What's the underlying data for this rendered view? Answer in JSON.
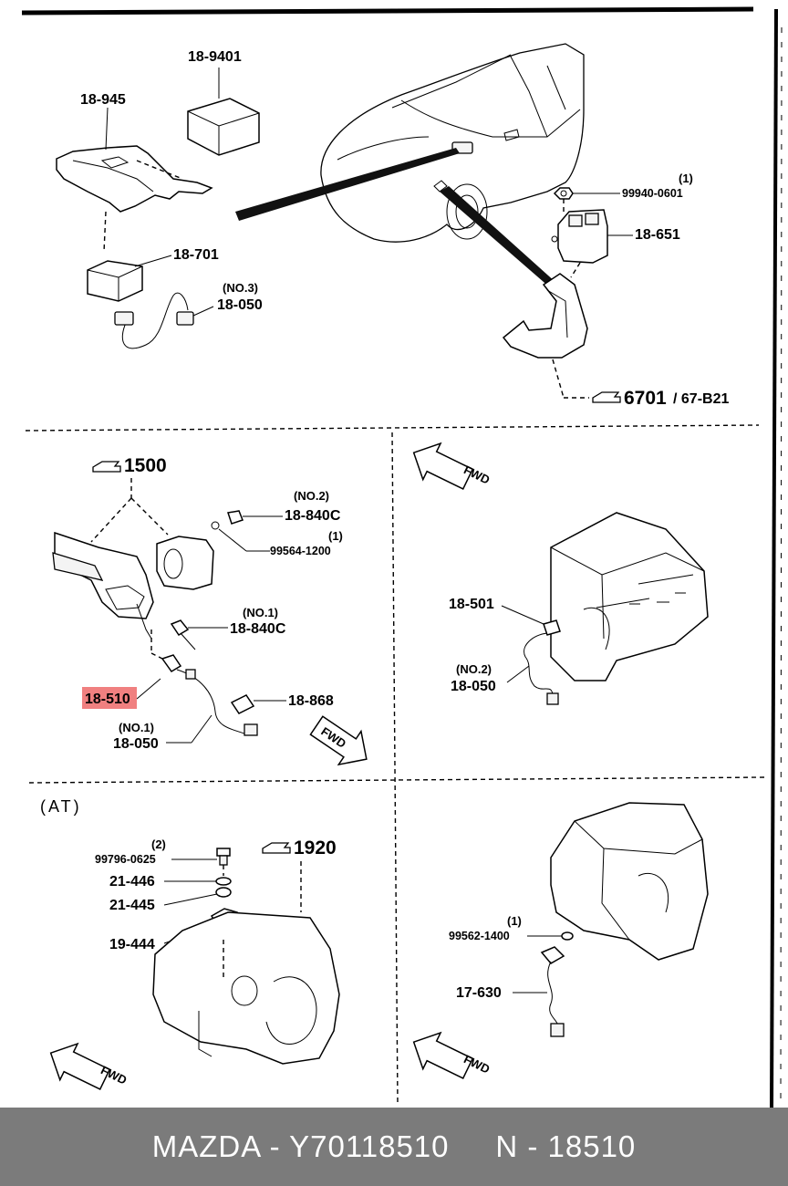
{
  "callouts": {
    "c1": "18-9401",
    "c2": "18-945",
    "c3": "18-701",
    "c4_note": "(NO.3)",
    "c4": "18-050",
    "c5_note": "(1)",
    "c5": "99940-0601",
    "c6": "18-651",
    "c7_ref": "6701",
    "c7_sub": "/ 67-B21",
    "c8_ref": "1500",
    "c9_note": "(NO.2)",
    "c9": "18-840C",
    "c10_note": "(1)",
    "c10": "99564-1200",
    "c11_note": "(NO.1)",
    "c11": "18-840C",
    "c12": "18-510",
    "c13": "18-868",
    "c14_note": "(NO.1)",
    "c14": "18-050",
    "c15": "18-501",
    "c16_note": "(NO.2)",
    "c16": "18-050",
    "c17_section": "(AT)",
    "c18_note": "(2)",
    "c18": "99796-0625",
    "c19_ref": "1920",
    "c20": "21-446",
    "c21": "21-445",
    "c22": "19-444",
    "c23_note": "(1)",
    "c23": "99562-1400",
    "c24": "17-630",
    "fwd1": "FWD",
    "fwd2": "FWD",
    "fwd3": "FWD",
    "fwd4": "FWD"
  },
  "highlight_color": "#f08080",
  "footer": {
    "text": "MAZDA - Y70118510     N - 18510"
  }
}
